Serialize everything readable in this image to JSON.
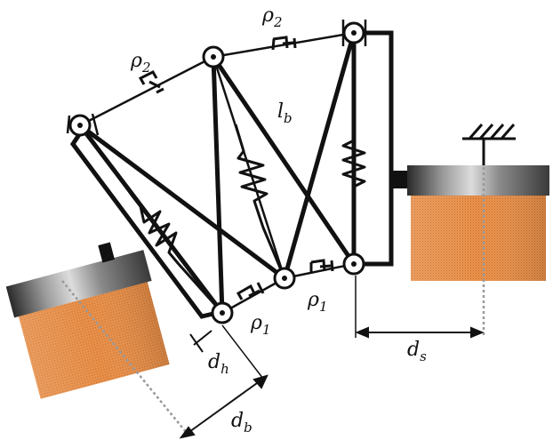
{
  "labels": {
    "rho2_left": {
      "main": "ρ",
      "sub": "2"
    },
    "rho2_top": {
      "main": "ρ",
      "sub": "2"
    },
    "lb": {
      "main": "l",
      "sub": "b"
    },
    "rho1_bottom": {
      "main": "ρ",
      "sub": "1"
    },
    "rho1_right": {
      "main": "ρ",
      "sub": "1"
    },
    "dh": {
      "main": "d",
      "sub": "h"
    },
    "db": {
      "main": "d",
      "sub": "b"
    },
    "ds": {
      "main": "d",
      "sub": "s"
    }
  },
  "colors": {
    "ink": "#111111",
    "actuator_body": "#e08a45",
    "actuator_cap": "#8c8c8c",
    "axis_line": "#9a9a9a"
  },
  "icons": {
    "ground": "ground-hatch-icon",
    "joint": "pin-joint-icon",
    "spring": "spring-icon",
    "damper": "damper-icon"
  }
}
